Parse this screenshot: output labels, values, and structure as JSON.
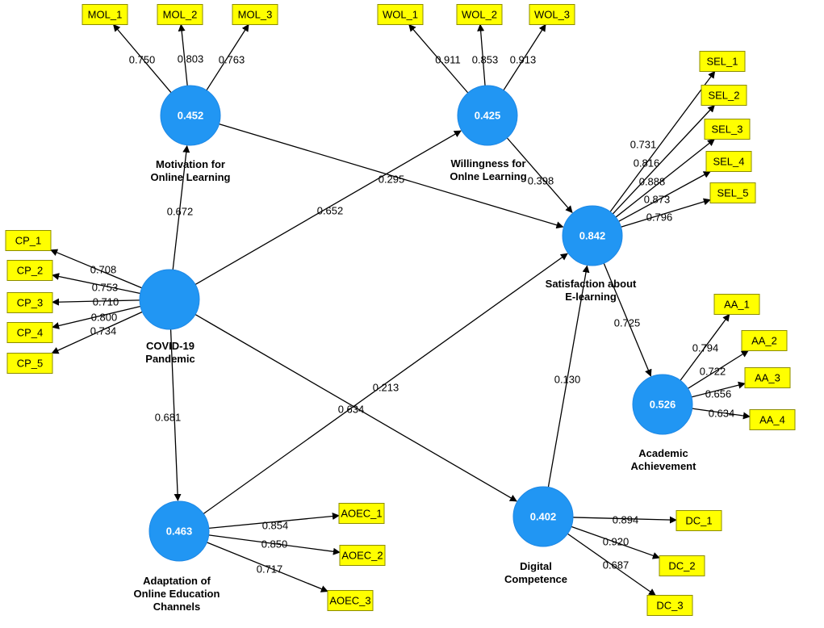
{
  "diagram": {
    "colors": {
      "construct": "#2196f3",
      "indicator": "#ffff00",
      "edge": "#000000"
    },
    "constructs": {
      "mol": {
        "r2": "0.452",
        "name": [
          "Motivation for",
          "Online Learning"
        ]
      },
      "wol": {
        "r2": "0.425",
        "name": [
          "Willingness for",
          "Onlne Learning"
        ]
      },
      "sel": {
        "r2": "0.842",
        "name": [
          "Satisfaction about",
          "E-learning"
        ]
      },
      "cp": {
        "r2": "",
        "name": [
          "COVID-19",
          "Pandemic"
        ]
      },
      "aa": {
        "r2": "0.526",
        "name": [
          "Academic",
          "Achievement"
        ]
      },
      "aoec": {
        "r2": "0.463",
        "name": [
          "Adaptation of",
          "Online Education",
          "Channels"
        ]
      },
      "dc": {
        "r2": "0.402",
        "name": [
          "Digital",
          "Competence"
        ]
      }
    },
    "indicators": [
      {
        "id": "MOL_1",
        "construct": "mol",
        "loading": "0.750"
      },
      {
        "id": "MOL_2",
        "construct": "mol",
        "loading": "0.803"
      },
      {
        "id": "MOL_3",
        "construct": "mol",
        "loading": "0.763"
      },
      {
        "id": "WOL_1",
        "construct": "wol",
        "loading": "0.911"
      },
      {
        "id": "WOL_2",
        "construct": "wol",
        "loading": "0.853"
      },
      {
        "id": "WOL_3",
        "construct": "wol",
        "loading": "0.913"
      },
      {
        "id": "SEL_1",
        "construct": "sel",
        "loading": "0.731"
      },
      {
        "id": "SEL_2",
        "construct": "sel",
        "loading": "0.816"
      },
      {
        "id": "SEL_3",
        "construct": "sel",
        "loading": "0.888"
      },
      {
        "id": "SEL_4",
        "construct": "sel",
        "loading": "0.873"
      },
      {
        "id": "SEL_5",
        "construct": "sel",
        "loading": "0.796"
      },
      {
        "id": "CP_1",
        "construct": "cp",
        "loading": "0.708"
      },
      {
        "id": "CP_2",
        "construct": "cp",
        "loading": "0.753"
      },
      {
        "id": "CP_3",
        "construct": "cp",
        "loading": "0.710"
      },
      {
        "id": "CP_4",
        "construct": "cp",
        "loading": "0.800"
      },
      {
        "id": "CP_5",
        "construct": "cp",
        "loading": "0.734"
      },
      {
        "id": "AA_1",
        "construct": "aa",
        "loading": "0.794"
      },
      {
        "id": "AA_2",
        "construct": "aa",
        "loading": "0.722"
      },
      {
        "id": "AA_3",
        "construct": "aa",
        "loading": "0.656"
      },
      {
        "id": "AA_4",
        "construct": "aa",
        "loading": "0.634"
      },
      {
        "id": "AOEC_1",
        "construct": "aoec",
        "loading": "0.854"
      },
      {
        "id": "AOEC_2",
        "construct": "aoec",
        "loading": "0.850"
      },
      {
        "id": "AOEC_3",
        "construct": "aoec",
        "loading": "0.717"
      },
      {
        "id": "DC_1",
        "construct": "dc",
        "loading": "0.894"
      },
      {
        "id": "DC_2",
        "construct": "dc",
        "loading": "0.920"
      },
      {
        "id": "DC_3",
        "construct": "dc",
        "loading": "0.687"
      }
    ],
    "paths": [
      {
        "from": "cp",
        "to": "mol",
        "coef": "0.672"
      },
      {
        "from": "cp",
        "to": "wol",
        "coef": "0.652"
      },
      {
        "from": "cp",
        "to": "aoec",
        "coef": "0.681"
      },
      {
        "from": "cp",
        "to": "dc",
        "coef": "0.634"
      },
      {
        "from": "mol",
        "to": "sel",
        "coef": "0.295"
      },
      {
        "from": "wol",
        "to": "sel",
        "coef": "0.398"
      },
      {
        "from": "aoec",
        "to": "sel",
        "coef": "0.213"
      },
      {
        "from": "dc",
        "to": "sel",
        "coef": "0.130"
      },
      {
        "from": "sel",
        "to": "aa",
        "coef": "0.725"
      }
    ]
  }
}
